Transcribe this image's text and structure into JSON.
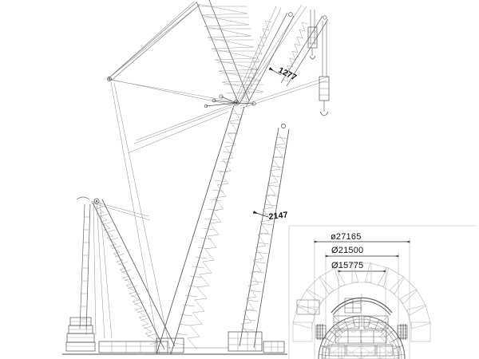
{
  "drawing": {
    "title": "Crawler crane with luffing jib and TBM shield cross-section",
    "background_color": "#ffffff",
    "line_color": "#6e6e6e",
    "heavy_line_color": "#3a3a3a",
    "text_color": "#111111"
  },
  "annotations": {
    "leader_1277": "1277",
    "leader_2147": "2147"
  },
  "dimensions": {
    "outer_diameter": "ø27165",
    "middle_diameter": "Ø21500",
    "inner_diameter": "Ø15775"
  },
  "views": {
    "crane_elevation": "crane-elevation-view",
    "tbm_section": "tbm-shield-section-view"
  },
  "components": {
    "main_boom": "lattice-main-boom",
    "luffing_jib": "lattice-luffing-jib",
    "derrick_boom": "lattice-derrick-boom",
    "mast": "a-frame-mast",
    "hook_block_1": "hook-block",
    "hook_block_2": "hook-block",
    "crawler_base": "crawler-undercarriage",
    "ground_line": "ground-line",
    "cutterhead": "tbm-cutterhead",
    "shield_segments": "radial-shield-segments"
  }
}
